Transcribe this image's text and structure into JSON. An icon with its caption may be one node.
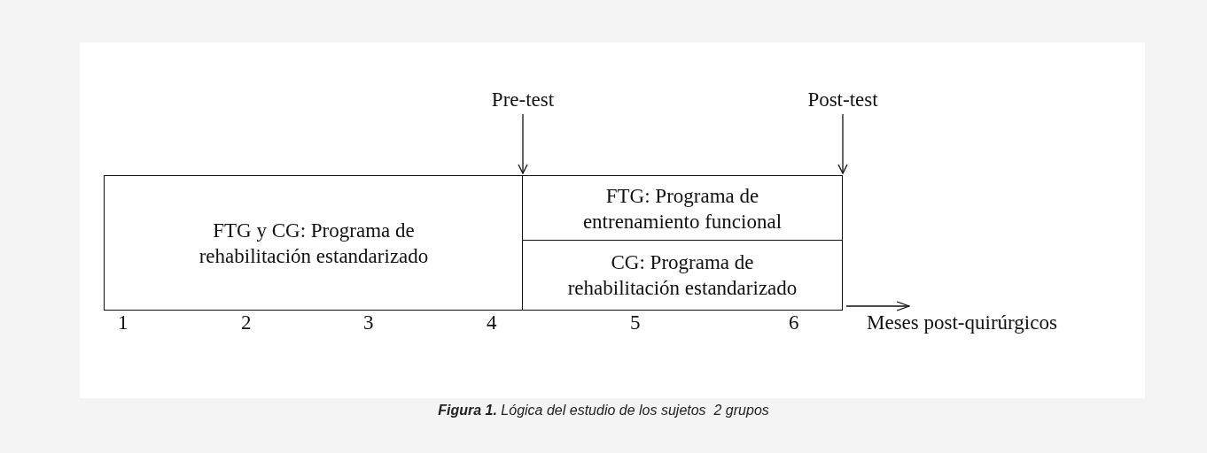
{
  "diagram": {
    "caption": "**Figura 1.** Lógica del estudio de los sujetos  2 grupos",
    "nodes": [
      {
        "text": [
          "Pre-test"
        ]
      },
      {
        "text": [
          "Post-test"
        ]
      },
      {
        "text": [
          "FTG y CG: Programa de rehabilitación estandarizado"
        ]
      },
      {
        "text": [
          "FTG: Programa de entrenamiento funcional"
        ]
      },
      {
        "text": [
          "CG: Programa de rehabilitación estandarizado"
        ]
      }
    ],
    "edges": [
      {
        "from": 0,
        "to": 3,
        "arrow": "to"
      },
      {
        "from": 1,
        "to": 3,
        "arrow": "to"
      }
    ],
    "labels": [
      "1",
      "2",
      "3",
      "4",
      "5",
      "6",
      "Meses post-quirúrgicos"
    ]
  }
}
